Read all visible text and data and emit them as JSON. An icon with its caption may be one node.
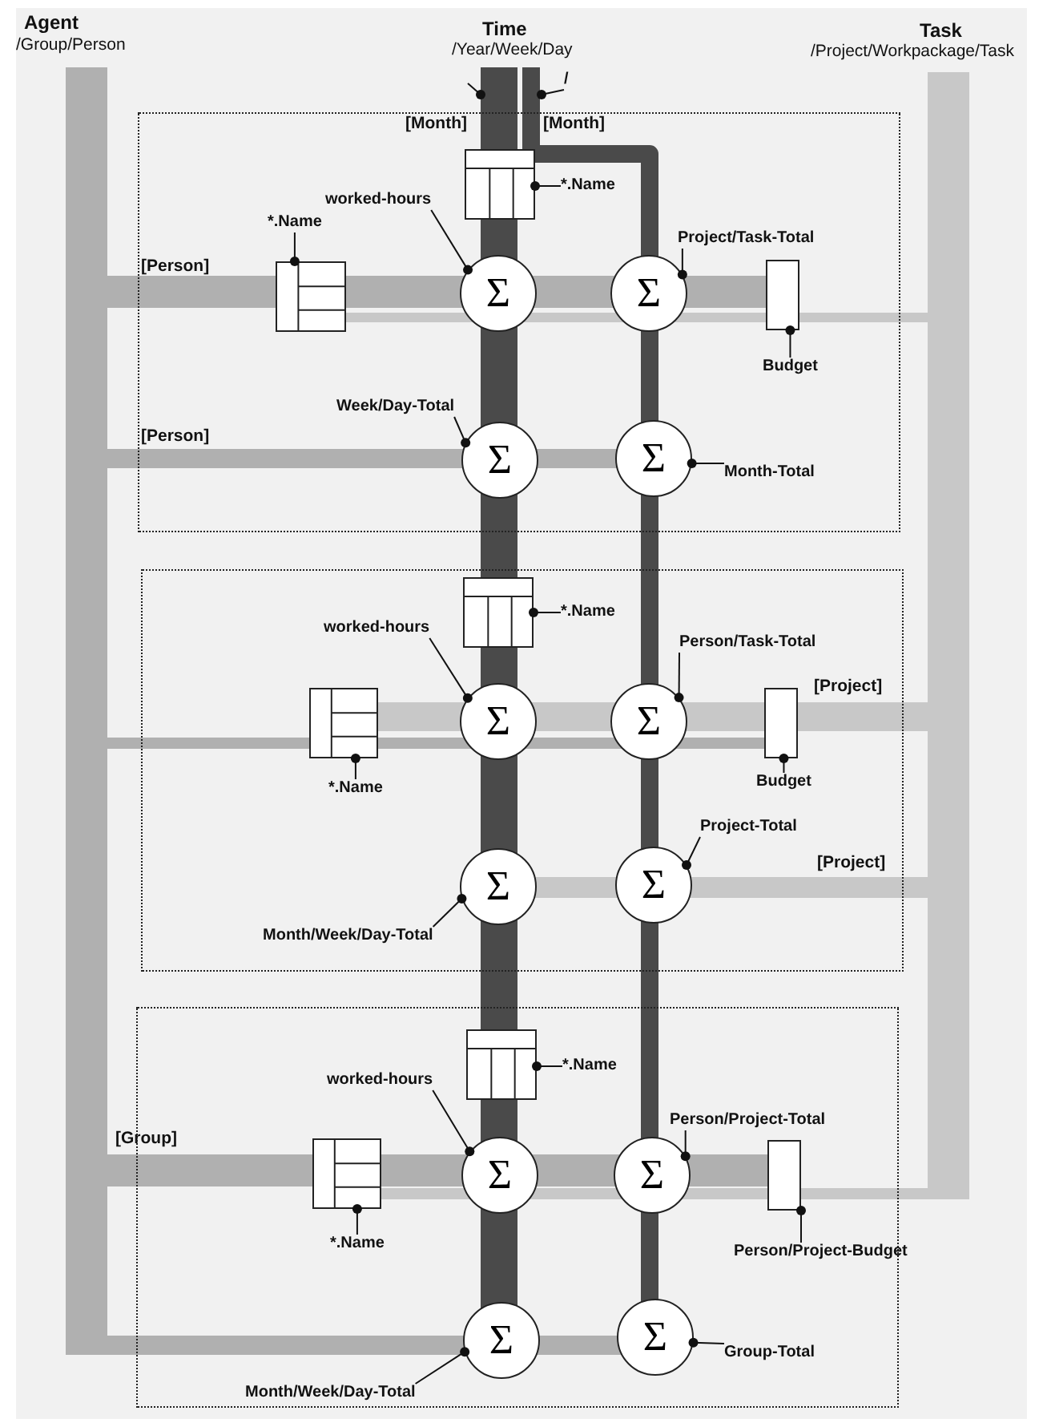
{
  "diagram": {
    "nodes": [
      {
        "text": [],
        "shape": "box"
      },
      {
        "text": [],
        "shape": "table",
        "in": 0
      },
      {
        "text": [
          "*.Name"
        ],
        "in": 0
      },
      {
        "text": [
          "worked-hours"
        ],
        "in": 0
      },
      {
        "text": [
          "*.Name"
        ],
        "in": 0
      },
      {
        "text": [
          "Project/Task-Total"
        ],
        "in": 0
      },
      {
        "text": [],
        "shape": "table",
        "in": 0
      },
      {
        "text": [
          "Σ"
        ],
        "in": 0
      },
      {
        "text": [
          "Σ"
        ],
        "in": 0
      },
      {
        "text": [],
        "shape": "box",
        "in": 0
      },
      {
        "text": [
          "Budget"
        ],
        "in": 0
      },
      {
        "text": [
          "Week/Day-Total"
        ],
        "in": 0
      },
      {
        "text": [
          "Σ"
        ],
        "in": 0
      },
      {
        "text": [
          "Σ"
        ],
        "in": 0
      },
      {
        "text": [
          "Month-Total"
        ],
        "in": 0
      },
      {
        "text": [],
        "shape": "box"
      },
      {
        "text": [],
        "shape": "table",
        "in": 15
      },
      {
        "text": [
          "*.Name"
        ],
        "in": 15
      },
      {
        "text": [
          "worked-hours"
        ],
        "in": 15
      },
      {
        "text": [
          "Person/Task-Total"
        ],
        "in": 15
      },
      {
        "text": [],
        "shape": "table",
        "in": 15
      },
      {
        "text": [
          "Σ"
        ],
        "in": 15
      },
      {
        "text": [
          "Σ"
        ],
        "in": 15
      },
      {
        "text": [],
        "shape": "box",
        "in": 15
      },
      {
        "text": [
          "*.Name"
        ],
        "in": 15
      },
      {
        "text": [
          "Budget"
        ],
        "in": 15
      },
      {
        "text": [
          "Project-Total"
        ],
        "in": 15
      },
      {
        "text": [
          "Σ"
        ],
        "in": 15
      },
      {
        "text": [
          "Σ"
        ],
        "in": 15
      },
      {
        "text": [
          "Month/Week/Day-Total"
        ],
        "in": 15
      },
      {
        "text": [],
        "shape": "box"
      },
      {
        "text": [],
        "shape": "table",
        "in": 30
      },
      {
        "text": [
          "*.Name"
        ],
        "in": 30
      },
      {
        "text": [
          "worked-hours"
        ],
        "in": 30
      },
      {
        "text": [
          "Person/Project-Total"
        ],
        "in": 30
      },
      {
        "text": [],
        "shape": "table",
        "in": 30
      },
      {
        "text": [
          "Σ"
        ],
        "in": 30
      },
      {
        "text": [
          "Σ"
        ],
        "in": 30
      },
      {
        "text": [],
        "shape": "box",
        "in": 30
      },
      {
        "text": [
          "*.Name"
        ],
        "in": 30
      },
      {
        "text": [
          "Person/Project-Budget"
        ],
        "in": 30
      },
      {
        "text": [
          "Σ"
        ],
        "in": 30
      },
      {
        "text": [
          "Σ"
        ],
        "in": 30
      },
      {
        "text": [
          "Group-Total"
        ],
        "in": 30
      },
      {
        "text": [
          "Month/Week/Day-Total"
        ],
        "in": 30
      },
      {
        "text": [
          "/"
        ]
      }
    ],
    "edges": [
      {
        "from": 2,
        "to": 1,
        "arrow": "other"
      },
      {
        "from": 3,
        "to": 7,
        "arrow": "other"
      },
      {
        "from": 4,
        "to": 6,
        "arrow": "other"
      },
      {
        "from": 5,
        "to": 8,
        "arrow": "other"
      },
      {
        "from": 10,
        "to": 9,
        "arrow": "other"
      },
      {
        "from": 11,
        "to": 12,
        "arrow": "other"
      },
      {
        "from": 14,
        "to": 13,
        "arrow": "other"
      },
      {
        "from": 17,
        "to": 16,
        "arrow": "other"
      },
      {
        "from": 18,
        "to": 21,
        "arrow": "other"
      },
      {
        "from": 19,
        "to": 22,
        "arrow": "other"
      },
      {
        "from": 24,
        "to": 20,
        "arrow": "other"
      },
      {
        "from": 25,
        "to": 23,
        "arrow": "other"
      },
      {
        "from": 26,
        "to": 28,
        "arrow": "other"
      },
      {
        "from": 29,
        "to": 27,
        "arrow": "other"
      },
      {
        "from": 32,
        "to": 31,
        "arrow": "other"
      },
      {
        "from": 33,
        "to": 36,
        "arrow": "other"
      },
      {
        "from": 34,
        "to": 37,
        "arrow": "other"
      },
      {
        "from": 39,
        "to": 35,
        "arrow": "other"
      },
      {
        "from": 40,
        "to": 38,
        "arrow": "other"
      },
      {
        "from": 43,
        "to": 42,
        "arrow": "other"
      },
      {
        "from": 44,
        "to": 41,
        "arrow": "other"
      },
      {
        "from": 45,
        "to": null,
        "arrow": "other"
      }
    ],
    "labels": [
      "Agent",
      "/Group/Person",
      "Time",
      "/Year/Week/Day",
      "Task",
      "/Project/Workpackage/Task",
      "[Month]",
      "[Month]",
      "[Person]",
      "[Person]",
      "[Project]",
      "[Project]",
      "[Group]"
    ]
  }
}
